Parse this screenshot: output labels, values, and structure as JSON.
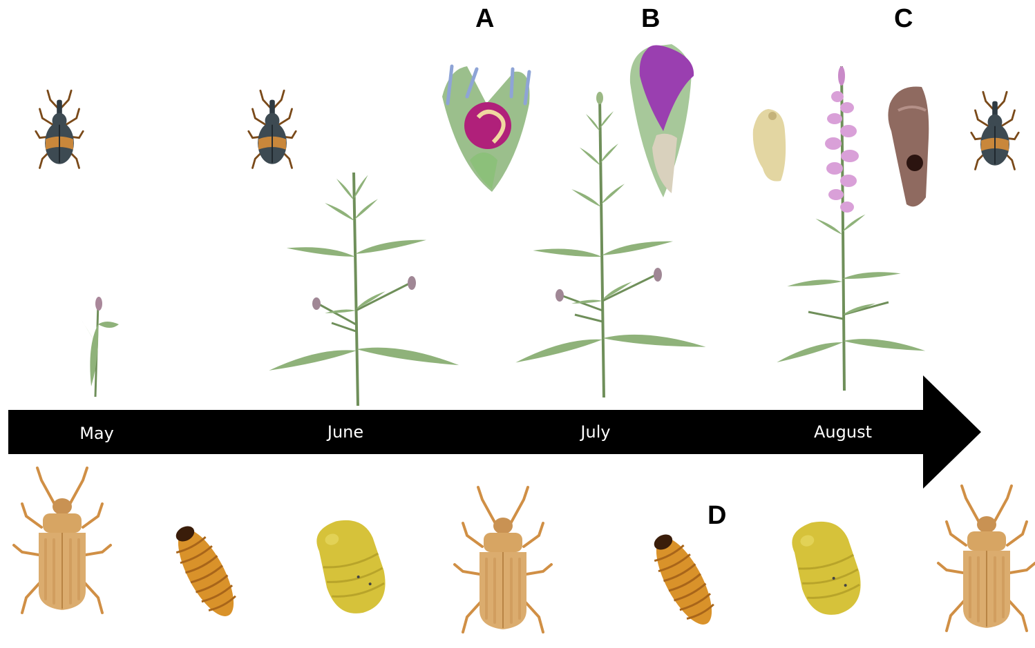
{
  "timeline": {
    "months": [
      "May",
      "June",
      "July",
      "August"
    ]
  },
  "panel_labels": {
    "a": "A",
    "b": "B",
    "c": "C",
    "d": "D"
  },
  "colors": {
    "arrow": "#000000",
    "month_text": "#ffffff",
    "leaf": "#8fb27a",
    "stem": "#6f8f5a",
    "flower_spike": "#d9a0d8",
    "weevil_body": "#3d4a52",
    "weevil_elytra_band": "#c9873b",
    "leaf_beetle": "#d9a96a",
    "larva": "#d9922a",
    "pupa": "#d9c43a",
    "flower_bud_magenta": "#b0207a",
    "flower_purple": "#9a3fb0"
  }
}
